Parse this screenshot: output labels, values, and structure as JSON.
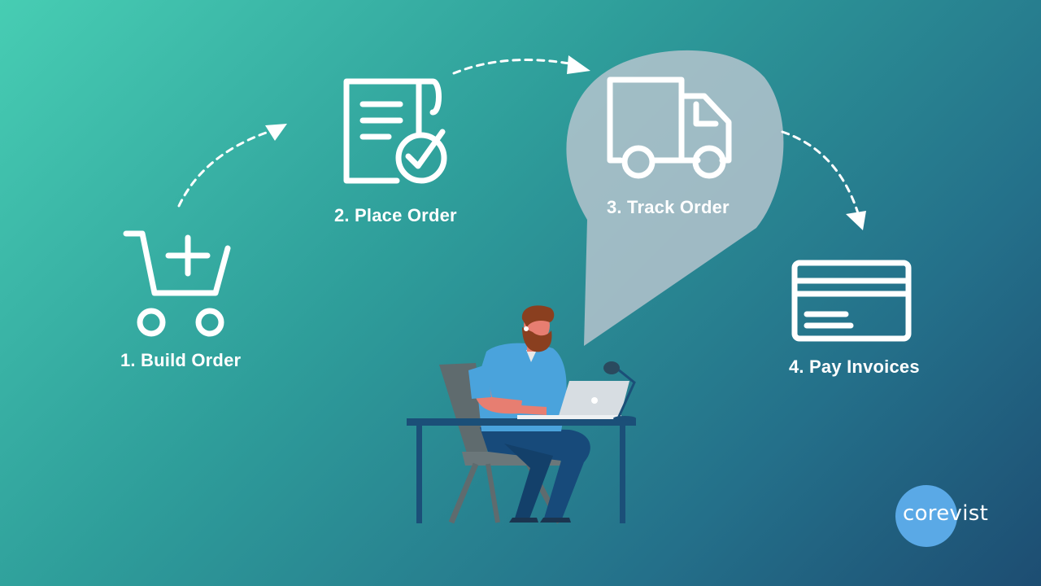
{
  "steps": [
    {
      "number": 1,
      "label": "1. Build Order",
      "icon": "shopping-cart-plus-icon"
    },
    {
      "number": 2,
      "label": "2. Place Order",
      "icon": "document-check-icon"
    },
    {
      "number": 3,
      "label": "3. Track Order",
      "icon": "delivery-truck-icon",
      "highlighted": true
    },
    {
      "number": 4,
      "label": "4. Pay Invoices",
      "icon": "credit-card-icon"
    }
  ],
  "brand": {
    "logo_text": "corevist",
    "accent_color": "#5aa9e6"
  },
  "colors": {
    "gradient_start": "#47cdb3",
    "gradient_end": "#1d4d72",
    "highlight_bubble": "#b9c6cf",
    "icon_stroke": "#ffffff"
  }
}
